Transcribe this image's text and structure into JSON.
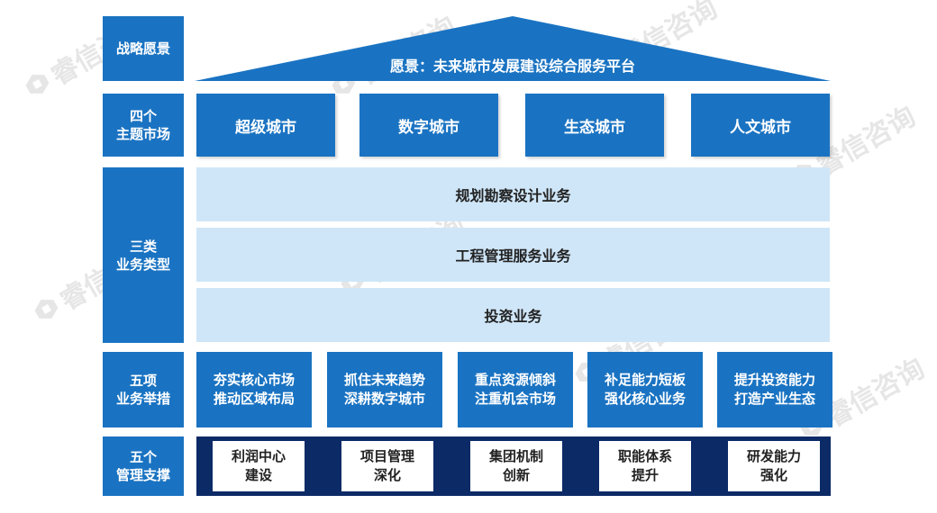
{
  "rows": {
    "vision_label": "战略愿景",
    "themes_label": "四个\n主题市场",
    "types_label": "三类\n业务类型",
    "measures_label": "五项\n业务举措",
    "supports_label": "五个\n管理支撑"
  },
  "vision": "愿景：未来城市发展建设综合服务平台",
  "themes": [
    "超级城市",
    "数字城市",
    "生态城市",
    "人文城市"
  ],
  "business_types": [
    "规划勘察设计业务",
    "工程管理服务业务",
    "投资业务"
  ],
  "measures": [
    "夯实核心市场\n推动区域布局",
    "抓住未来趋势\n深耕数字城市",
    "重点资源倾斜\n注重机会市场",
    "补足能力短板\n强化核心业务",
    "提升投资能力\n打造产业生态"
  ],
  "supports": [
    "利润中心\n建设",
    "项目管理\n深化",
    "集团机制\n创新",
    "职能体系\n提升",
    "研发能力\n强化"
  ],
  "watermark": "睿信咨询",
  "colors": {
    "primary_blue": "#1a73c2",
    "light_blue": "#cfe6f8",
    "navy": "#0c2a66"
  }
}
